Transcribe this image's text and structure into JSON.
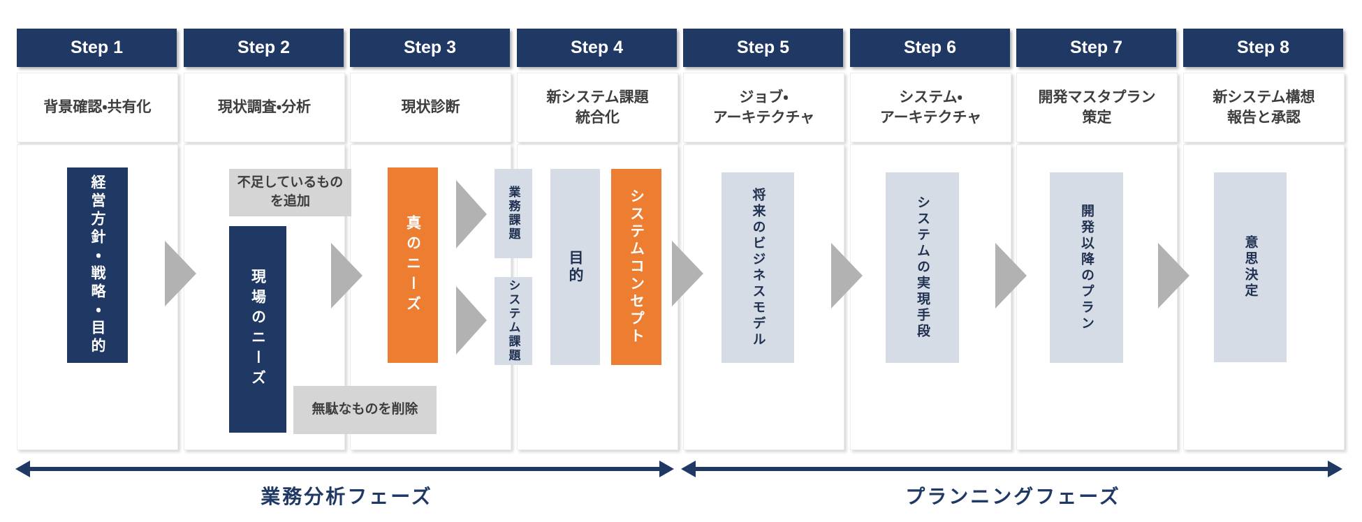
{
  "steps": [
    {
      "label": "Step 1",
      "subtitle": "背景確認・共有化"
    },
    {
      "label": "Step 2",
      "subtitle": "現状調査・分析"
    },
    {
      "label": "Step 3",
      "subtitle": "現状診断"
    },
    {
      "label": "Step 4",
      "subtitle": "新システム課題\n統合化"
    },
    {
      "label": "Step 5",
      "subtitle": "ジョブ・\nアーキテクチャ"
    },
    {
      "label": "Step 6",
      "subtitle": "システム・\nアーキテクチャ"
    },
    {
      "label": "Step 7",
      "subtitle": "開発マスタプラン\n策定"
    },
    {
      "label": "Step 8",
      "subtitle": "新システム構想\n報告と承認"
    }
  ],
  "boxes": {
    "management_policy": "経営方針・戦略・目的",
    "add_missing": "不足しているもの\nを追加",
    "field_needs": "現場のニーズ",
    "remove_waste": "無駄なものを削除",
    "true_needs": "真のニーズ",
    "business_issues": "業務課題",
    "system_issues": "システム課題",
    "purpose": "目的",
    "system_concept": "システムコンセプト",
    "future_business_model": "将来のビジネスモデル",
    "system_realization": "システムの実現手段",
    "post_development_plan": "開発以降のプラン",
    "decision_making": "意思決定"
  },
  "phases": [
    {
      "label": "業務分析フェーズ"
    },
    {
      "label": "プランニングフェーズ"
    }
  ],
  "colors": {
    "navy": "#1F3864",
    "orange": "#ED7D31",
    "light_panel": "#D6DCE5",
    "gray_note": "#D5D5D5",
    "arrow_gray": "#B2B2B2"
  }
}
